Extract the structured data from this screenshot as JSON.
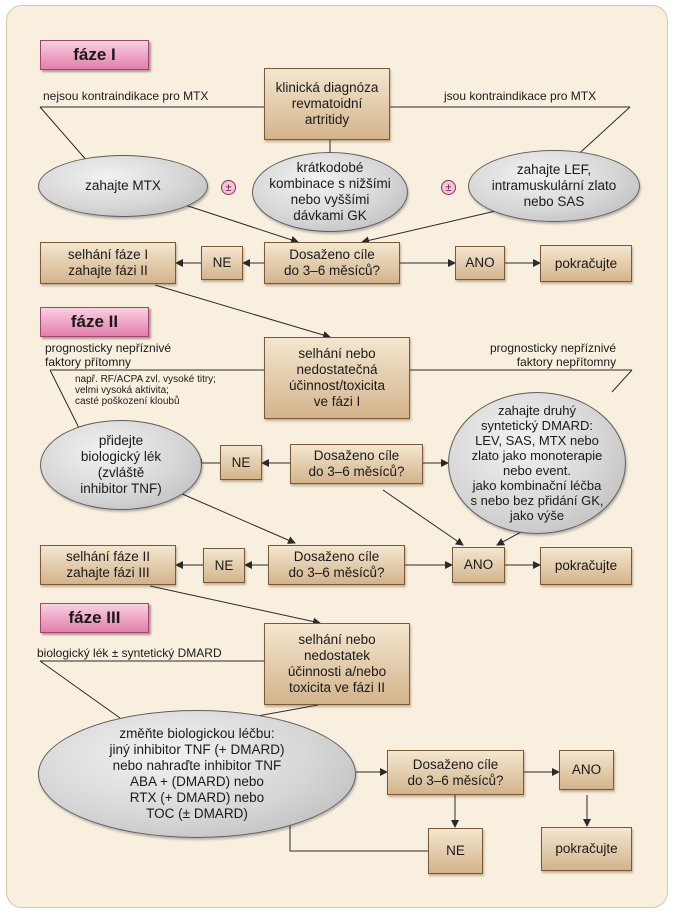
{
  "phases": {
    "p1": "fáze I",
    "p2": "fáze II",
    "p3": "fáze III"
  },
  "phase1": {
    "diagnosis": "klinická diagnóza\nrevmatoidní\nartritidy",
    "no_ci_label": "nejsou kontraindikace pro MTX",
    "ci_label": "jsou kontraindikace pro MTX",
    "mtx": "zahajte MTX",
    "short_term": "krátkodobé\nkombinace s nižšími\nnebo vyššími\ndávkami GK",
    "lef": "zahajte LEF,\nintramuskulární zlato\nnebo SAS",
    "pm_left": "±",
    "pm_right": "±",
    "goal": "Dosaženo cíle\ndo 3–6 měsíců?",
    "no": "NE",
    "yes": "ANO",
    "continue": "pokračujte",
    "failure": "selhání fáze I\nzahajte fázi II"
  },
  "phase2": {
    "failure_box": "selhání nebo\nnedostatečná\núčinnost/toxicita\nve fázi I",
    "unfav_present": "prognosticky nepříznivé\nfaktory přítomny",
    "unfav_examples": "např. RF/ACPA zvl. vysoké titry;\nvelmi vysoká aktivita;\ncasté poškození kloubů",
    "unfav_absent": "prognosticky nepříznivé\nfaktory nepřítomny",
    "biologic": "přidejte\nbiologický lék\n(zvláště\ninhibitor TNF)",
    "second_dmard": "zahajte druhý\nsyntetický DMARD:\nLEV, SAS, MTX nebo\nzlato jako monoterapie\nnebo event.\njako kombinační léčba\ns nebo bez přidání GK,\njako výše",
    "goal_a": "Dosaženo cíle\ndo 3–6 měsíců?",
    "no_a": "NE",
    "goal_b": "Dosaženo cíle\ndo 3–6 měsíců?",
    "no_b": "NE",
    "yes": "ANO",
    "continue": "pokračujte",
    "failure": "selhání fáze II\nzahajte fázi III"
  },
  "phase3": {
    "failure_box": "selhání nebo\nnedostatek\núčinnosti a/nebo\ntoxicita ve fázi II",
    "bio_label": "biologický lék ± syntetický DMARD",
    "change": "změňte biologickou léčbu:\njiný inhibitor TNF (+ DMARD)\nnebo nahraďte inhibitor TNF\nABA + (DMARD) nebo\nRTX (+ DMARD) nebo\nTOC (± DMARD)",
    "goal": "Dosaženo cíle\ndo 3–6 měsíců?",
    "yes": "ANO",
    "no": "NE",
    "continue": "pokračujte"
  },
  "colors": {
    "panel": "#f8efdf",
    "box_top": "#f4e6cf",
    "box_bottom": "#d3b48c",
    "phase_pink": "#e37eaa",
    "oval_grey": "#d6d6d6",
    "line": "#2a2a2a"
  }
}
